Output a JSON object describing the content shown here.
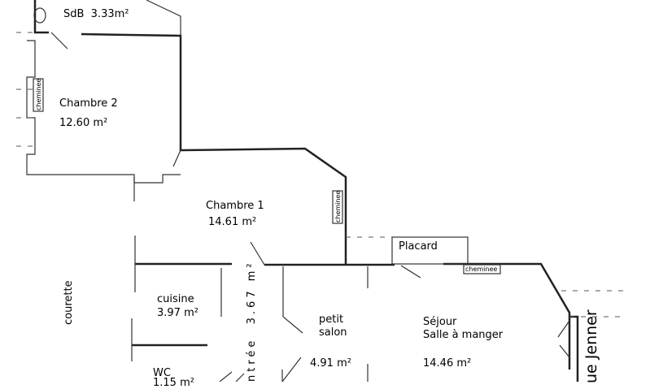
{
  "plan": {
    "sdb": "SdB  3.33m²",
    "chambre2": {
      "name": "Chambre 2",
      "area": "12.60 m²"
    },
    "chambre1": {
      "name": "Chambre 1",
      "area": "14.61 m²"
    },
    "placard": "Placard",
    "cuisine": {
      "name": "cuisine",
      "area": "3.97 m²"
    },
    "courette": "courette",
    "entree": "ntrée  3.67 m²",
    "petit_salon": {
      "line1": "petit",
      "line2": "salon",
      "area": "4.91 m²"
    },
    "sejour": {
      "line1": "Séjour",
      "line2": "Salle à manger",
      "area": "14.46 m²"
    },
    "wc": {
      "name": "WC",
      "area": "1.15 m²"
    },
    "street": "ue Jenner",
    "cheminee_labels": [
      "cheminee",
      "cheminee",
      "cheminee"
    ]
  }
}
